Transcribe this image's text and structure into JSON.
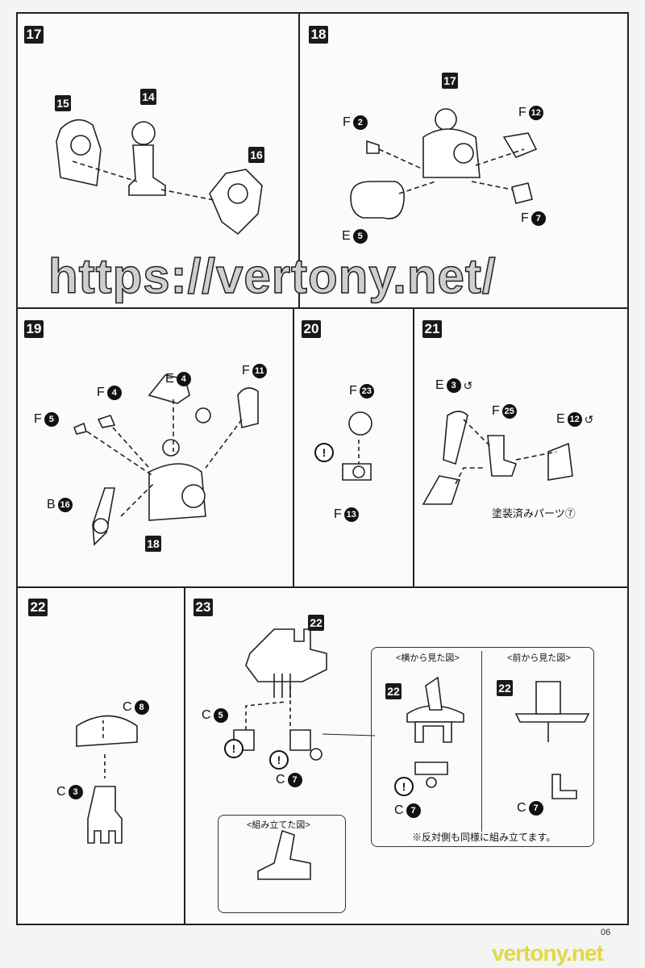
{
  "page_number": "06",
  "watermark": "https://vertony.net/",
  "watermark_footer": "vertony.net",
  "steps": {
    "s17": {
      "number": "17",
      "parts": [
        "15",
        "14",
        "16"
      ]
    },
    "s18": {
      "number": "18",
      "sub": "17",
      "labels": [
        {
          "letter": "F",
          "num": "2"
        },
        {
          "letter": "F",
          "num": "12"
        },
        {
          "letter": "F",
          "num": "7"
        },
        {
          "letter": "E",
          "num": "5"
        }
      ]
    },
    "s19": {
      "number": "19",
      "sub": "18",
      "labels": [
        {
          "letter": "E",
          "num": "4"
        },
        {
          "letter": "F",
          "num": "11"
        },
        {
          "letter": "F",
          "num": "4"
        },
        {
          "letter": "F",
          "num": "5"
        },
        {
          "letter": "B",
          "num": "16"
        }
      ]
    },
    "s20": {
      "number": "20",
      "labels": [
        {
          "letter": "F",
          "num": "23"
        },
        {
          "letter": "F",
          "num": "13"
        }
      ],
      "warn": "!"
    },
    "s21": {
      "number": "21",
      "labels": [
        {
          "letter": "E",
          "num": "3"
        },
        {
          "letter": "F",
          "num": "25"
        },
        {
          "letter": "E",
          "num": "12"
        }
      ],
      "painted_note": "塗装済みパーツ⑦"
    },
    "s22": {
      "number": "22",
      "labels": [
        {
          "letter": "C",
          "num": "8"
        },
        {
          "letter": "C",
          "num": "3"
        }
      ]
    },
    "s23": {
      "number": "23",
      "sub": "22",
      "labels": [
        {
          "letter": "C",
          "num": "5"
        },
        {
          "letter": "C",
          "num": "7"
        }
      ],
      "warn": "!",
      "assembled_title": "<組み立てた図>",
      "side_view_title": "<横から見た図>",
      "front_view_title": "<前から見た図>",
      "note": "※反対側も同様に組み立てます。"
    }
  }
}
